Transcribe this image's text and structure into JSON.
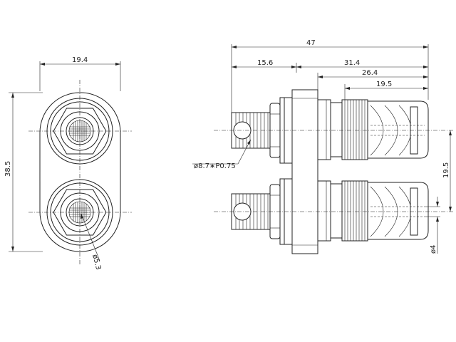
{
  "front_view": {
    "width_label": "19.4",
    "height_label": "38.5",
    "hole_label": "ø5.3"
  },
  "side_view": {
    "overall_label": "47",
    "thread_length_label": "15.6",
    "body_length_label": "31.4",
    "cap_length_label": "26.4",
    "tip_length_label": "19.5",
    "pitch_label": "19.5",
    "thread_spec_label": "ø8.7∗P0.75",
    "pin_label": "ø4"
  }
}
